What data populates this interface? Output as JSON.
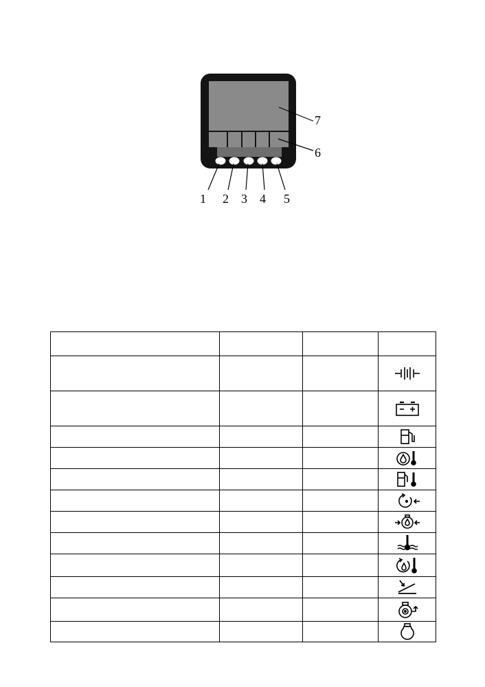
{
  "figure": {
    "callouts": [
      "1",
      "2",
      "3",
      "4",
      "5",
      "6",
      "7"
    ]
  },
  "table": {
    "rows": [
      {
        "icon": "alternator-icon"
      },
      {
        "icon": "battery-icon"
      },
      {
        "icon": "fuel-level-icon"
      },
      {
        "icon": "oil-temperature-icon"
      },
      {
        "icon": "fuel-temperature-icon"
      },
      {
        "icon": "boost-pressure-icon"
      },
      {
        "icon": "oil-pressure-icon"
      },
      {
        "icon": "coolant-temperature-icon"
      },
      {
        "icon": "transmission-oil-temperature-icon"
      },
      {
        "icon": "throttle-position-icon"
      },
      {
        "icon": "engine-speed-icon"
      },
      {
        "icon": "engine-icon"
      }
    ]
  }
}
